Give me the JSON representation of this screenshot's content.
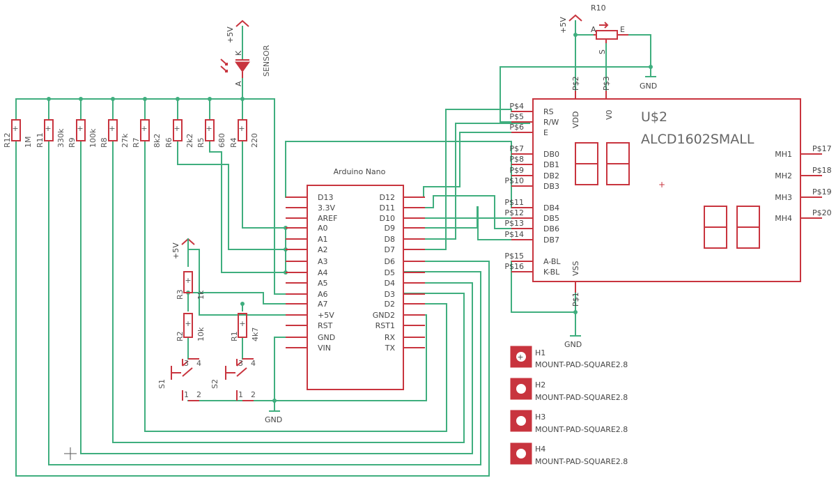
{
  "arduino": {
    "title": "Arduino Nano",
    "left_pins": [
      "D13",
      "3.3V",
      "AREF",
      "A0",
      "A1",
      "A2",
      "A3",
      "A4",
      "A5",
      "A6",
      "A7",
      "+5V",
      "RST",
      "GND",
      "VIN"
    ],
    "right_pins": [
      "D12",
      "D11",
      "D10",
      "D9",
      "D8",
      "D7",
      "D6",
      "D5",
      "D4",
      "D3",
      "D2",
      "GND2",
      "RST1",
      "RX",
      "TX"
    ]
  },
  "lcd": {
    "name": "U$2",
    "value": "ALCD1602SMALL",
    "left_pins": [
      "RS",
      "R/W",
      "E",
      "DB0",
      "DB1",
      "DB2",
      "DB3",
      "DB4",
      "DB5",
      "DB6",
      "DB7",
      "A-BL",
      "K-BL"
    ],
    "pad_labels": [
      "P$4",
      "P$5",
      "P$6",
      "P$7",
      "P$8",
      "P$9",
      "P$10",
      "P$11",
      "P$12",
      "P$13",
      "P$14",
      "P$15",
      "P$16"
    ],
    "vdd_label": "VDD",
    "v0_label": "V0",
    "vss_label": "VSS",
    "p2_label": "P$2",
    "p3_label": "P$3",
    "p1_label": "P$1",
    "mh_pins": [
      "MH1",
      "MH2",
      "MH3",
      "MH4"
    ],
    "mh_pads": [
      "P$17",
      "P$18",
      "P$19",
      "P$20"
    ]
  },
  "resistor_ladder": [
    {
      "name": "R12",
      "value": "1M"
    },
    {
      "name": "R11",
      "value": "330k"
    },
    {
      "name": "R9",
      "value": "100k"
    },
    {
      "name": "R8",
      "value": "27k"
    },
    {
      "name": "R7",
      "value": "8k2"
    },
    {
      "name": "R6",
      "value": "2k2"
    },
    {
      "name": "R5",
      "value": "680"
    },
    {
      "name": "R4",
      "value": "220"
    }
  ],
  "resistors_low": [
    {
      "name": "R3",
      "value": "1k"
    },
    {
      "name": "R2",
      "value": "10k"
    },
    {
      "name": "R1",
      "value": "4k7"
    }
  ],
  "sensor": {
    "label": "SENSOR",
    "pin_k": "K",
    "pin_a": "A",
    "supply": "+5V"
  },
  "pot": {
    "name": "R10",
    "pin_a": "A",
    "pin_e": "E",
    "pin_s": "S"
  },
  "switches": [
    {
      "name": "S1",
      "pins": [
        "1",
        "2",
        "3",
        "4"
      ]
    },
    {
      "name": "S2",
      "pins": [
        "1",
        "2",
        "3",
        "4"
      ]
    }
  ],
  "supplies": {
    "vcc": "+5V",
    "gnd": "GND"
  },
  "mount_holes": [
    {
      "name": "H1",
      "value": "MOUNT-PAD-SQUARE2.8"
    },
    {
      "name": "H2",
      "value": "MOUNT-PAD-SQUARE2.8"
    },
    {
      "name": "H3",
      "value": "MOUNT-PAD-SQUARE2.8"
    },
    {
      "name": "H4",
      "value": "MOUNT-PAD-SQUARE2.8"
    }
  ],
  "colors": {
    "wire": "#3fae7e",
    "part": "#c8343e",
    "text": "#444444"
  }
}
